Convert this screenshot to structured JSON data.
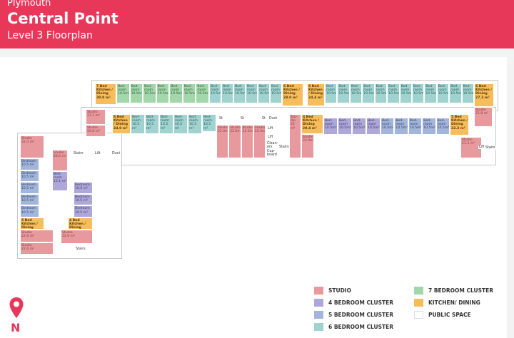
{
  "header": {
    "city": "Plymouth",
    "title": "Central Point",
    "subtitle": "Level 3 Floorplan"
  },
  "colors": {
    "brand": "#e8385a",
    "studio": "#e8999d",
    "kitchen": "#f6bd5d",
    "seven_bed": "#a2d6ab",
    "six_bed": "#a0d2cf",
    "four_bed": "#aea8d8",
    "five_bed": "#a3b5da",
    "public": "#ffffff"
  },
  "rooms": [
    {
      "type": "kitchen",
      "label": "7 Bed Kitchen / Dining",
      "area": "30.0 m²"
    },
    {
      "type": "7bed",
      "label": "Bed-room",
      "area": "10.5m²"
    },
    {
      "type": "7bed",
      "label": "Bed-room",
      "area": "10.5m²"
    },
    {
      "type": "7bed",
      "label": "Bed-room",
      "area": "10.5m²"
    },
    {
      "type": "7bed",
      "label": "Bed-room",
      "area": "10.5m²"
    },
    {
      "type": "7bed",
      "label": "Bed-room",
      "area": "10.5m²"
    },
    {
      "type": "7bed",
      "label": "Bed-room",
      "area": "10.5m²"
    },
    {
      "type": "7bed",
      "label": "Bed-room",
      "area": "10.5m²"
    },
    {
      "type": "6bed",
      "label": "Bed-room",
      "area": "10.5m²"
    },
    {
      "type": "6bed",
      "label": "Bed-room",
      "area": "10.5m²"
    },
    {
      "type": "6bed",
      "label": "Bed-room",
      "area": "10.5m²"
    },
    {
      "type": "6bed",
      "label": "Bed-room",
      "area": "10.5m²"
    },
    {
      "type": "6bed",
      "label": "Bed-room",
      "area": "10.5m²"
    },
    {
      "type": "6bed",
      "label": "Bed-room",
      "area": "10.5m²"
    },
    {
      "type": "kitchen",
      "label": "6 Bed Kitchen / Dining",
      "area": "28.0 m²"
    },
    {
      "type": "kitchen",
      "label": "6 Bed Kitchen / Dining",
      "area": "24.4 m²"
    },
    {
      "type": "6bed",
      "label": "Bed-room",
      "area": "10.5m²"
    },
    {
      "type": "6bed",
      "label": "Bed-room",
      "area": "10.5m²"
    },
    {
      "type": "6bed",
      "label": "Bed-room",
      "area": "10.5m²"
    },
    {
      "type": "6bed",
      "label": "Bed-room",
      "area": "10.5m²"
    },
    {
      "type": "6bed",
      "label": "Bed-room",
      "area": "10.5m²"
    },
    {
      "type": "6bed",
      "label": "Bed-room",
      "area": "10.5m²"
    },
    {
      "type": "6bed",
      "label": "Bed-room",
      "area": "10.5m²"
    },
    {
      "type": "6bed",
      "label": "Bed-room",
      "area": "10.5m²"
    },
    {
      "type": "6bed",
      "label": "Bed-room",
      "area": "10.5m²"
    },
    {
      "type": "6bed",
      "label": "Bed-room",
      "area": "10.5m²"
    },
    {
      "type": "6bed",
      "label": "Bed-room",
      "area": "10.5m²"
    },
    {
      "type": "6bed",
      "label": "Bed-room",
      "area": "10.5m²"
    },
    {
      "type": "kitchen",
      "label": "6 Bed Kitchen / Dining",
      "area": "27.3 m²"
    },
    {
      "type": "studio",
      "label": "Studio",
      "area": "21.8 m²"
    },
    {
      "type": "studio",
      "label": "Studio",
      "area": "21.1 m²"
    },
    {
      "type": "studio",
      "label": "Studio",
      "area": "20.8 m²"
    },
    {
      "type": "kitchen",
      "label": "6 Bed Kitchen / Dining",
      "area": "24.0 m²"
    },
    {
      "type": "6bed",
      "label": "Bed-room",
      "area": "10.5 m²"
    },
    {
      "type": "6bed",
      "label": "Bed-room",
      "area": "10.5 m²"
    },
    {
      "type": "6bed",
      "label": "Bed-room",
      "area": "10.5 m²"
    },
    {
      "type": "6bed",
      "label": "Bed-room",
      "area": "10.5 m²"
    },
    {
      "type": "6bed",
      "label": "Bed-room",
      "area": "10.5 m²"
    },
    {
      "type": "6bed",
      "label": "Bed-room",
      "area": "10.5 m²"
    },
    {
      "type": "studio",
      "label": "Studio",
      "area": "22.0m²"
    },
    {
      "type": "studio",
      "label": "Studio",
      "area": "22.0m²"
    },
    {
      "type": "studio",
      "label": "Studio",
      "area": "22.0m²"
    },
    {
      "type": "studio",
      "label": "Studio",
      "area": "22.0m²"
    },
    {
      "type": "studio",
      "label": "Stu-dio",
      "area": "22 m²"
    },
    {
      "type": "studio",
      "label": "Studio",
      "area": "22.0m²"
    },
    {
      "type": "kitchen",
      "label": "4 Bed Kitchen / Dining",
      "area": "20.4 m²"
    },
    {
      "type": "4bed",
      "label": "Bed-room",
      "area": "10.5m²"
    },
    {
      "type": "4bed",
      "label": "Bed-room",
      "area": "10.5m²"
    },
    {
      "type": "4bed",
      "label": "Bed-room",
      "area": "10.5m²"
    },
    {
      "type": "4bed",
      "label": "Bed-room",
      "area": "10.5m²"
    },
    {
      "type": "5bed",
      "label": "Bed-room",
      "area": "10.5m²"
    },
    {
      "type": "5bed",
      "label": "Bed-room",
      "area": "10.5m²"
    },
    {
      "type": "5bed",
      "label": "Bed-room",
      "area": "10.5m²"
    },
    {
      "type": "5bed",
      "label": "Bed-room",
      "area": "10.5m²"
    },
    {
      "type": "5bed",
      "label": "Bed-room",
      "area": "10.5m²"
    },
    {
      "type": "kitchen",
      "label": "5 Bed Kitchen / Dining",
      "area": "22.3 m²"
    },
    {
      "type": "studio",
      "label": "Studio",
      "area": "21.3 m²"
    },
    {
      "type": "studio",
      "label": "Studio",
      "area": "31.0 m²"
    },
    {
      "type": "5bed",
      "label": "Bedroom",
      "area": "10.5 m²"
    },
    {
      "type": "5bed",
      "label": "Bedroom",
      "area": "10.5 m²"
    },
    {
      "type": "5bed",
      "label": "Bedroom",
      "area": "10.5 m²"
    },
    {
      "type": "5bed",
      "label": "Bedroom",
      "area": "10.5 m²"
    },
    {
      "type": "5bed",
      "label": "Bedroom",
      "area": "10.5 m²"
    },
    {
      "type": "kitchen",
      "label": "5 Bed Kitchen / Dining",
      "area": "23.0 m²"
    },
    {
      "type": "studio",
      "label": "Studio",
      "area": "22.6 m²"
    },
    {
      "type": "studio",
      "label": "Studio",
      "area": "22.6 m²"
    },
    {
      "type": "studio",
      "label": "Studio",
      "area": "26.0 m²"
    },
    {
      "type": "4bed",
      "label": "Bed-room",
      "area": "13.1 m²"
    },
    {
      "type": "4bed",
      "label": "Bedroom",
      "area": "10.5 m²"
    },
    {
      "type": "4bed",
      "label": "Bedroom",
      "area": "10.5 m²"
    },
    {
      "type": "4bed",
      "label": "Bedroom",
      "area": "10.5 m²"
    },
    {
      "type": "kitchen",
      "label": "4 Bed Kitchen / Dining",
      "area": "20.1 m²"
    },
    {
      "type": "studio",
      "label": "Studio",
      "area": "22.6 m²"
    }
  ],
  "public_spaces": [
    "St",
    "St",
    "St",
    "Duct",
    "Lift",
    "Lift",
    "Clean-ers Cup-board",
    "Stairs",
    "Stairs",
    "Lift",
    "Duct",
    "Lift",
    "Stairs",
    "Stairs"
  ],
  "legend": [
    {
      "label": "STUDIO",
      "color": "#e8999d"
    },
    {
      "label": "4 BEDROOM CLUSTER",
      "color": "#aea8d8"
    },
    {
      "label": "5 BEDROOM CLUSTER",
      "color": "#a3b5da"
    },
    {
      "label": "6 BEDROOM CLUSTER",
      "color": "#a0d2cf"
    },
    {
      "label": "7 BEDROOM CLUSTER",
      "color": "#a2d6ab"
    },
    {
      "label": "KITCHEN/ DINING",
      "color": "#f6bd5d"
    },
    {
      "label": "PUBLIC SPACE",
      "color": "#ffffff"
    }
  ],
  "compass": {
    "label": "N"
  }
}
